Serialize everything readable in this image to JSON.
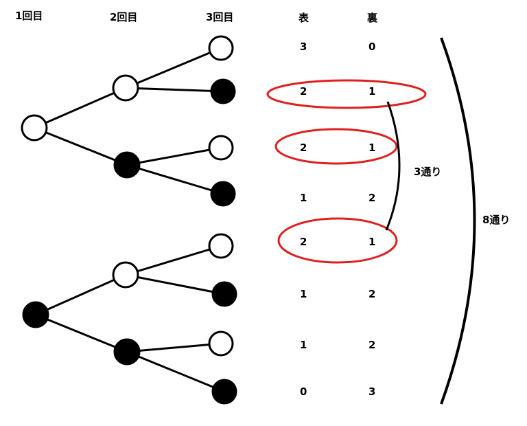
{
  "headers": {
    "round1": "1回目",
    "round2": "2回目",
    "round3": "3回目",
    "heads": "表",
    "tails": "裏"
  },
  "tree": {
    "level1": [
      "white",
      "black"
    ],
    "level2": [
      "white",
      "black",
      "white",
      "black"
    ],
    "level3": [
      "white",
      "black",
      "white",
      "black",
      "white",
      "black",
      "white",
      "black"
    ]
  },
  "rows": [
    {
      "heads": "3",
      "tails": "0"
    },
    {
      "heads": "2",
      "tails": "1"
    },
    {
      "heads": "2",
      "tails": "1"
    },
    {
      "heads": "1",
      "tails": "2"
    },
    {
      "heads": "2",
      "tails": "1"
    },
    {
      "heads": "1",
      "tails": "2"
    },
    {
      "heads": "1",
      "tails": "2"
    },
    {
      "heads": "0",
      "tails": "3"
    }
  ],
  "highlighted_rows": [
    1,
    2,
    4
  ],
  "labels": {
    "three_ways": "3通り",
    "eight_ways": "8通り"
  },
  "colors": {
    "white": "#ffffff",
    "black": "#000000",
    "highlight": "#e02020",
    "line": "#000000"
  }
}
